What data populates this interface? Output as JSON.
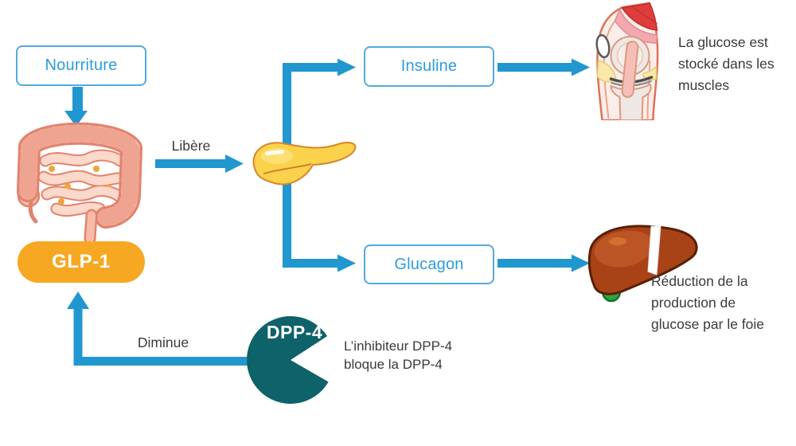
{
  "palette": {
    "arrow_blue": "#2197D0",
    "box_border_blue": "#55AADC",
    "box_text_blue": "#2D9CDB",
    "glp1_orange": "#F7A823",
    "dpp4_teal": "#0E6269",
    "text_dark": "#3A3A3A"
  },
  "nodes": {
    "nourriture": "Nourriture",
    "glp1": "GLP-1",
    "insuline": "Insuline",
    "glucagon": "Glucagon",
    "dpp4": "DPP-4"
  },
  "edge_labels": {
    "libere": "Libère",
    "diminue": "Diminue"
  },
  "annotations": {
    "muscle": "La glucose est stocké dans les muscles",
    "liver": "Réduction de la production de glucose par le foie",
    "dpp4_inhibitor": "L’inhibiteur DPP-4 bloque la DPP-4"
  }
}
